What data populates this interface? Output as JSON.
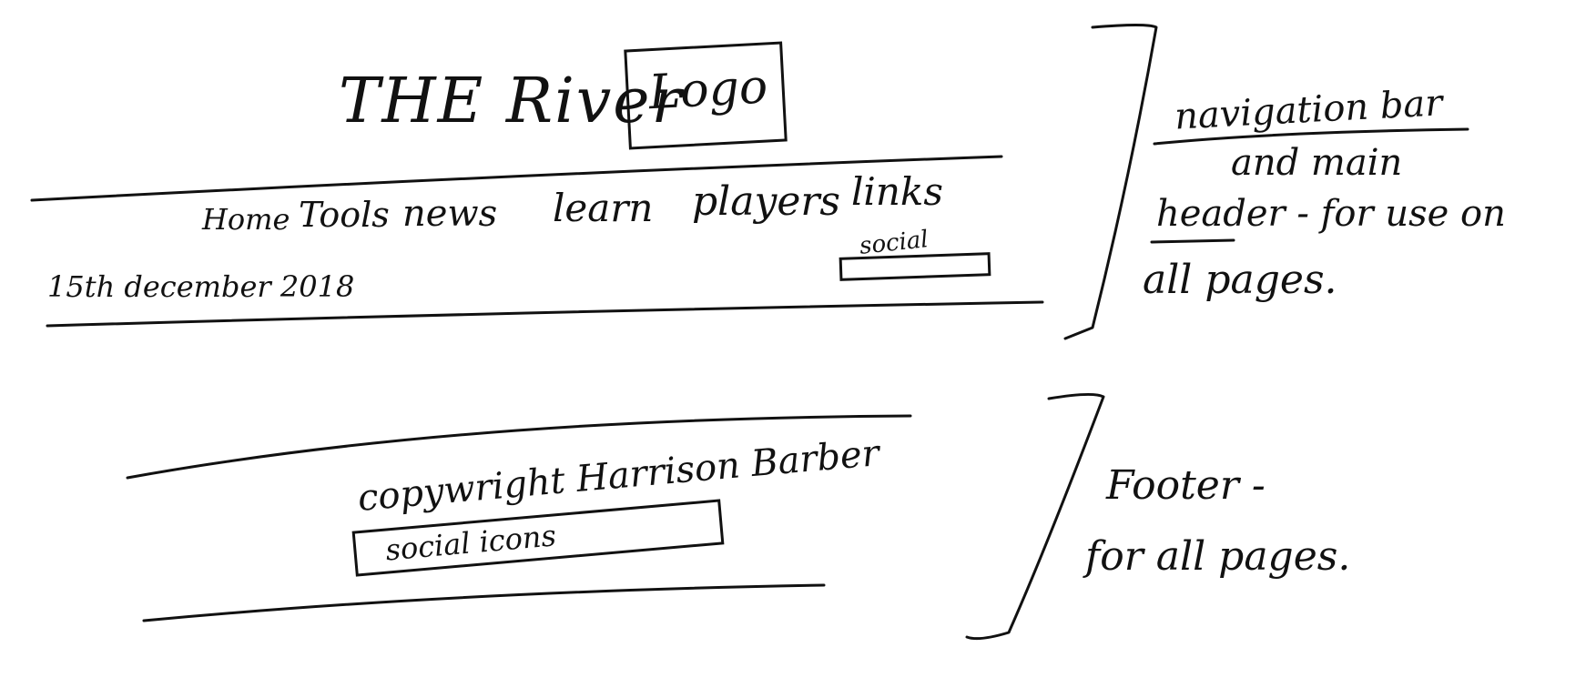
{
  "header": {
    "title": "THE River",
    "logo_label": "Logo",
    "nav": [
      "Home",
      "Tools",
      "news",
      "learn",
      "players",
      "links"
    ],
    "date": "15th december 2018",
    "social_label": "social"
  },
  "footer": {
    "copyright": "copywright Harrison Barber",
    "social_icons_label": "social icons"
  },
  "notes": {
    "header_note_line1": "navigation bar",
    "header_note_line2": "and main",
    "header_note_line3": "header - for use on",
    "header_note_line4": "all pages.",
    "footer_note_line1": "Footer -",
    "footer_note_line2": "for all pages."
  }
}
